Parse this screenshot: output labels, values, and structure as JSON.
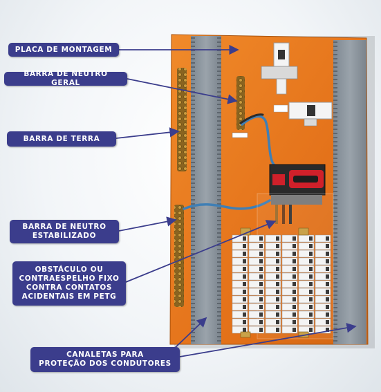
{
  "labels": {
    "placa": "PLACA DE MONTAGEM",
    "neutro_geral": "BARRA DE NEUTRO GERAL",
    "terra": "BARRA DE TERRA",
    "neutro_estabilizado": "BARRA DE NEUTRO\nESTABILIZADO",
    "obstaculo": "OBSTÁCULO OU\nCONTRAESPELHO FIXO\nCONTRA CONTATOS\nACIDENTAIS EM PETG",
    "canaletas": "CANALETAS PARA\nPROTEÇÃO DOS CONDUTORES"
  },
  "colors": {
    "label_bg": "#3b3d8c",
    "label_text": "#ffffff",
    "arrow": "#3b3d8c",
    "mounting_plate": "#e8781c",
    "wire_duct": "#8d969f",
    "breaker": "#f4f4f4",
    "busbar": "#c9a24a"
  }
}
